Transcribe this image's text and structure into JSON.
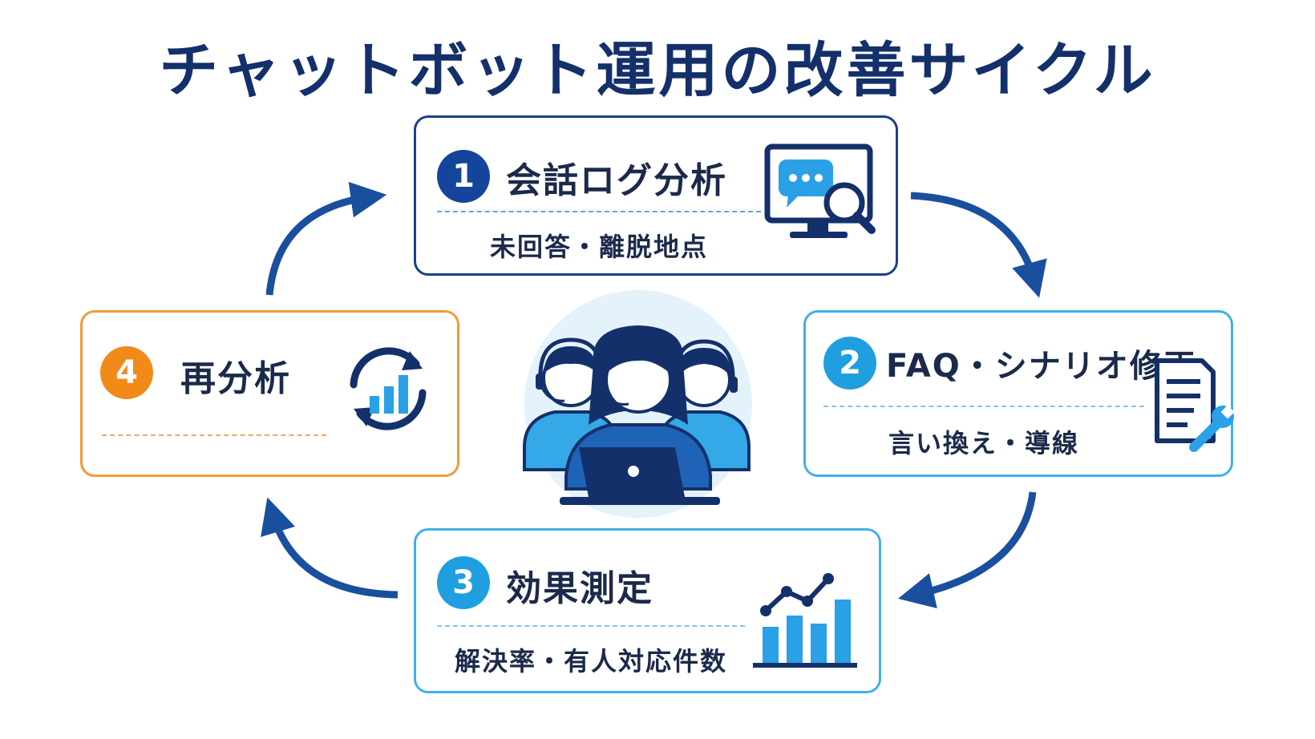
{
  "title": "チャットボット運用の改善サイクル",
  "steps": [
    {
      "number": "1",
      "heading": "会話ログ分析",
      "detail": "未回答・離脱地点",
      "icon": "monitor-chat-search-icon"
    },
    {
      "number": "2",
      "heading": "FAQ・シナリオ修正",
      "detail": "言い換え・導線",
      "icon": "document-wrench-icon"
    },
    {
      "number": "3",
      "heading": "効果測定",
      "detail": "解決率・有人対応件数",
      "icon": "bar-line-chart-icon"
    },
    {
      "number": "4",
      "heading": "再分析",
      "detail": "",
      "icon": "refresh-chart-icon"
    }
  ],
  "center_image": "support-team-headset-illustration",
  "colors": {
    "navy": "#14306b",
    "step1": "#14459b",
    "step2": "#1f9fe0",
    "step3": "#1f9fe0",
    "step4": "#f28a1a",
    "arrow": "#1a4f9e"
  }
}
